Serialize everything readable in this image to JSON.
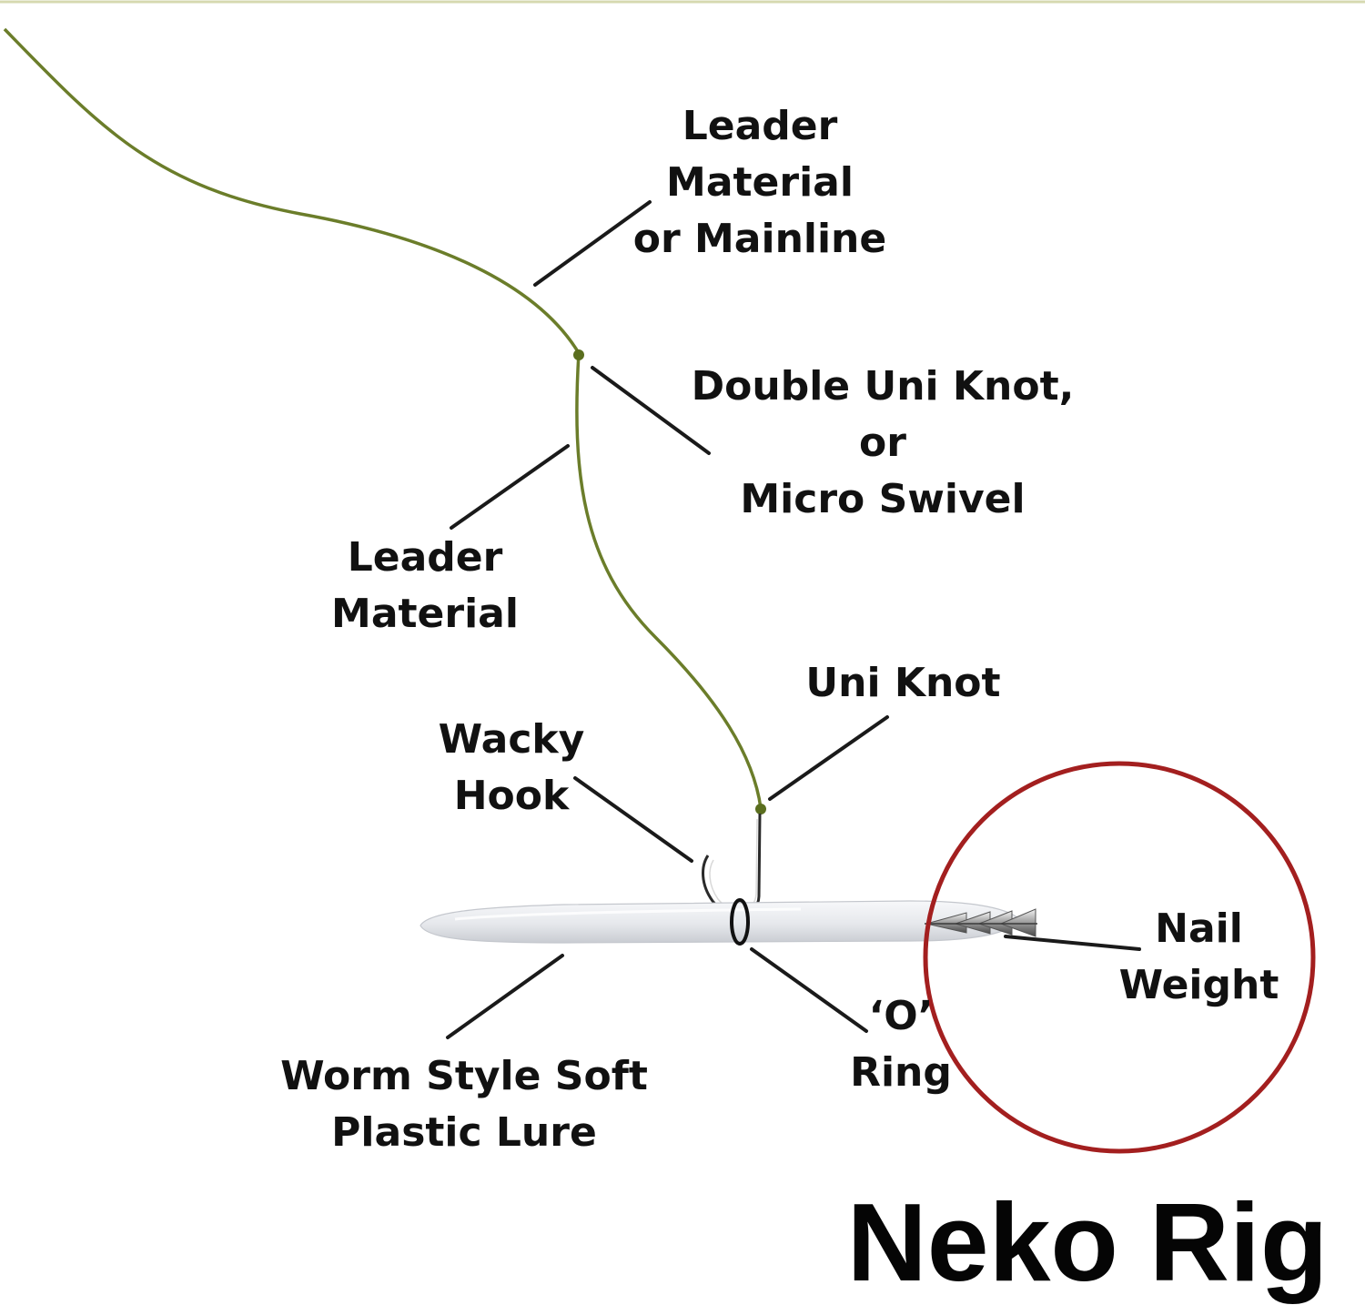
{
  "diagram": {
    "title": "Neko Rig",
    "colors": {
      "line": "#6b7d2a",
      "knot": "#5a6e1e",
      "pointer": "#1a1a1a",
      "highlight_circle": "#a31f1f",
      "lure_body": "#e9ebef",
      "text": "#111111"
    },
    "labels": {
      "mainline": [
        "Leader",
        "Material",
        "or Mainline"
      ],
      "double_knot": [
        "Double Uni Knot,",
        "or",
        "Micro Swivel"
      ],
      "leader": [
        "Leader",
        "Material"
      ],
      "uni_knot": [
        "Uni Knot"
      ],
      "wacky_hook": [
        "Wacky",
        "Hook"
      ],
      "nail_weight": [
        "Nail",
        "Weight"
      ],
      "o_ring": [
        "‘O’",
        "Ring"
      ],
      "lure": [
        "Worm Style Soft",
        "Plastic Lure"
      ]
    }
  }
}
